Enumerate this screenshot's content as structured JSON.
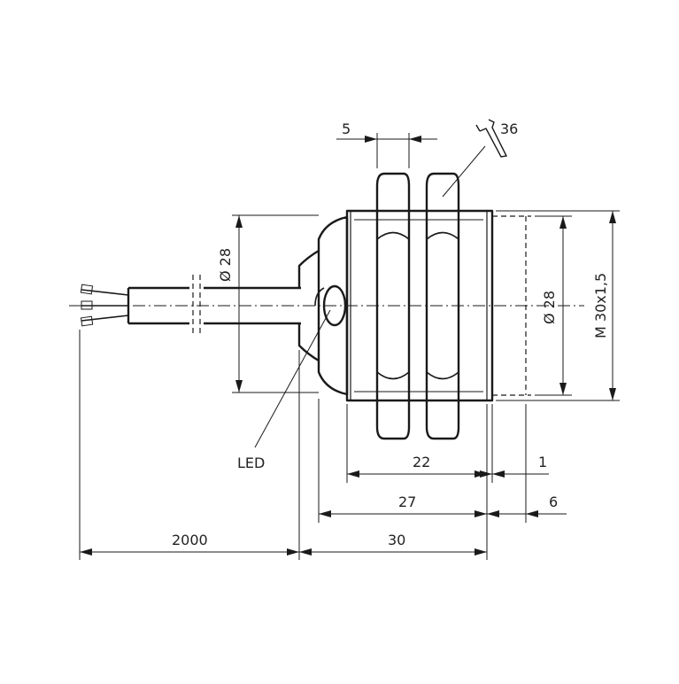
{
  "drawing": {
    "dimensions": {
      "nut_width": "5",
      "wrench_size": "36",
      "cable_diameter": "Ø 28",
      "sensor_diameter": "Ø 28",
      "thread": "M 30x1,5",
      "thread_length": "22",
      "front_gap": "1",
      "body_length": "27",
      "face_offset": "6",
      "cable_length": "2000",
      "overall_length": "30"
    },
    "labels": {
      "led": "LED"
    }
  }
}
